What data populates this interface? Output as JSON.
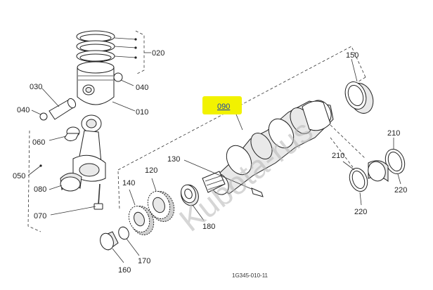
{
  "diagram": {
    "labels": {
      "p010": "010",
      "p020": "020",
      "p030": "030",
      "p040a": "040",
      "p040b": "040",
      "p050": "050",
      "p060": "060",
      "p070": "070",
      "p080": "080",
      "p090": "090",
      "p120": "120",
      "p130": "130",
      "p140": "140",
      "p150": "150",
      "p160": "160",
      "p170": "170",
      "p180": "180",
      "p210a": "210",
      "p210b": "210",
      "p220a": "220",
      "p220b": "220"
    },
    "highlight_color": "#f2f200",
    "watermark": "Kubota-rus",
    "drawing_code": "1G345-010-11"
  }
}
